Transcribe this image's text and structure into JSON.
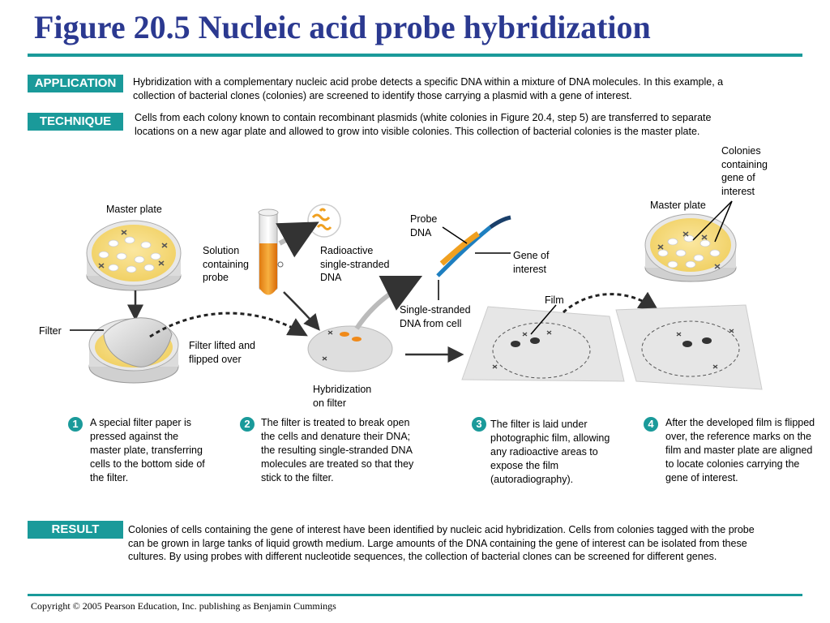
{
  "title": "Figure 20.5 Nucleic acid probe hybridization",
  "application": {
    "tag": "APPLICATION",
    "text": "Hybridization with a complementary nucleic acid probe detects a specific DNA within a mixture of DNA molecules. In this example, a collection of bacterial clones (colonies) are screened to identify those carrying a plasmid with a gene of interest."
  },
  "technique": {
    "tag": "TECHNIQUE",
    "text": "Cells from each colony known to contain recombinant plasmids (white colonies in Figure 20.4, step 5) are transferred to separate locations on a new agar plate and allowed to grow into visible colonies. This collection of bacterial colonies is the master plate."
  },
  "labels": {
    "master_plate_left": "Master plate",
    "master_plate_right": "Master plate",
    "colonies_gene": "Colonies\ncontaining\ngene of\ninterest",
    "solution_probe": "Solution\ncontaining\nprobe",
    "radioactive_dna": "Radioactive\nsingle-stranded\nDNA",
    "probe_dna": "Probe\nDNA",
    "gene_of_interest": "Gene of\ninterest",
    "single_stranded": "Single-stranded\nDNA from cell",
    "film": "Film",
    "filter": "Filter",
    "filter_lifted": "Filter lifted and\nflipped over",
    "hybridization": "Hybridization\non filter"
  },
  "steps": [
    {
      "num": "1",
      "text": "A special filter paper is pressed against  the master plate, transferring cells to the bottom side of the filter."
    },
    {
      "num": "2",
      "text": "The filter is treated to break open the cells and denature their DNA; the resulting single-stranded DNA molecules are treated so that they stick to the filter."
    },
    {
      "num": "3",
      "text": "The filter is laid under photographic film, allowing any radioactive areas to expose the film (autoradiography)."
    },
    {
      "num": "4",
      "text": "After the developed film is flipped over, the reference marks on the film and master plate are aligned to locate colonies carrying the gene of interest."
    }
  ],
  "result": {
    "tag": "RESULT",
    "text": "Colonies of cells containing the gene of interest have been identified by nucleic acid hybridization. Cells from colonies tagged with the probe can be grown in large tanks of liquid growth medium. Large amounts of the DNA containing the gene of interest can be isolated from these cultures. By using probes with different nucleotide sequences, the collection of bacterial clones can be screened for different genes."
  },
  "copyright": "Copyright © 2005 Pearson Education, Inc. publishing as Benjamin Cummings",
  "colors": {
    "accent": "#1a9a9a",
    "title": "#2b3990",
    "agar": "#f6d879",
    "probe": "#f0a020",
    "dna": "#1e7fc0"
  }
}
